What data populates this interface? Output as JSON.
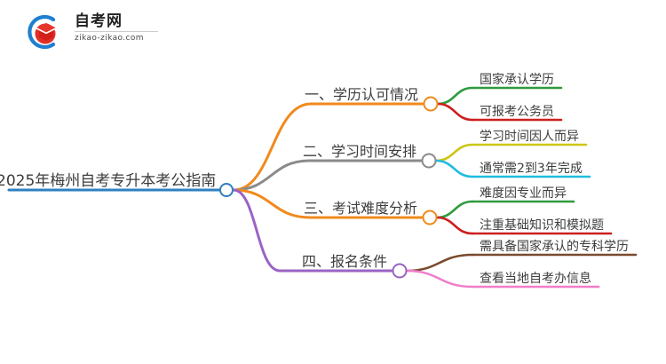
{
  "logo": {
    "name": "zikao-logo",
    "title": "自考网",
    "subtitle": "zikao-zikao.com",
    "mark_color_outer": "#1f7fd0",
    "mark_color_inner": "#e03127"
  },
  "mindmap": {
    "root": {
      "label": "2025年梅州自考专升本考公指南",
      "line_color": "#2f7fc1",
      "node_color": "#2f7fc1"
    },
    "branches": [
      {
        "label": "一、学历认可情况",
        "line_color": "#f08a1d",
        "node_color": "#f08a1d",
        "children": [
          {
            "label": "国家承认学历",
            "line_color": "#2e9b3f"
          },
          {
            "label": "可报考公务员",
            "line_color": "#cc1f1f"
          }
        ]
      },
      {
        "label": "二、学习时间安排",
        "line_color": "#8a8a8a",
        "node_color": "#8a8a8a",
        "children": [
          {
            "label": "学习时间因人而异",
            "line_color": "#ccc614"
          },
          {
            "label": "通常需2到3年完成",
            "line_color": "#1fbde0"
          }
        ]
      },
      {
        "label": "三、考试难度分析",
        "line_color": "#f08a1d",
        "node_color": "#f08a1d",
        "children": [
          {
            "label": "难度因专业而异",
            "line_color": "#2e9b3f"
          },
          {
            "label": "注重基础知识和模拟题",
            "line_color": "#cc1f1f"
          }
        ]
      },
      {
        "label": "四、报名条件",
        "line_color": "#9b63c4",
        "node_color": "#9b63c4",
        "children": [
          {
            "label": "需具备国家承认的专科学历",
            "line_color": "#7a4a2e"
          },
          {
            "label": "查看当地自考办信息",
            "line_color": "#ef7ecb"
          }
        ]
      }
    ]
  }
}
